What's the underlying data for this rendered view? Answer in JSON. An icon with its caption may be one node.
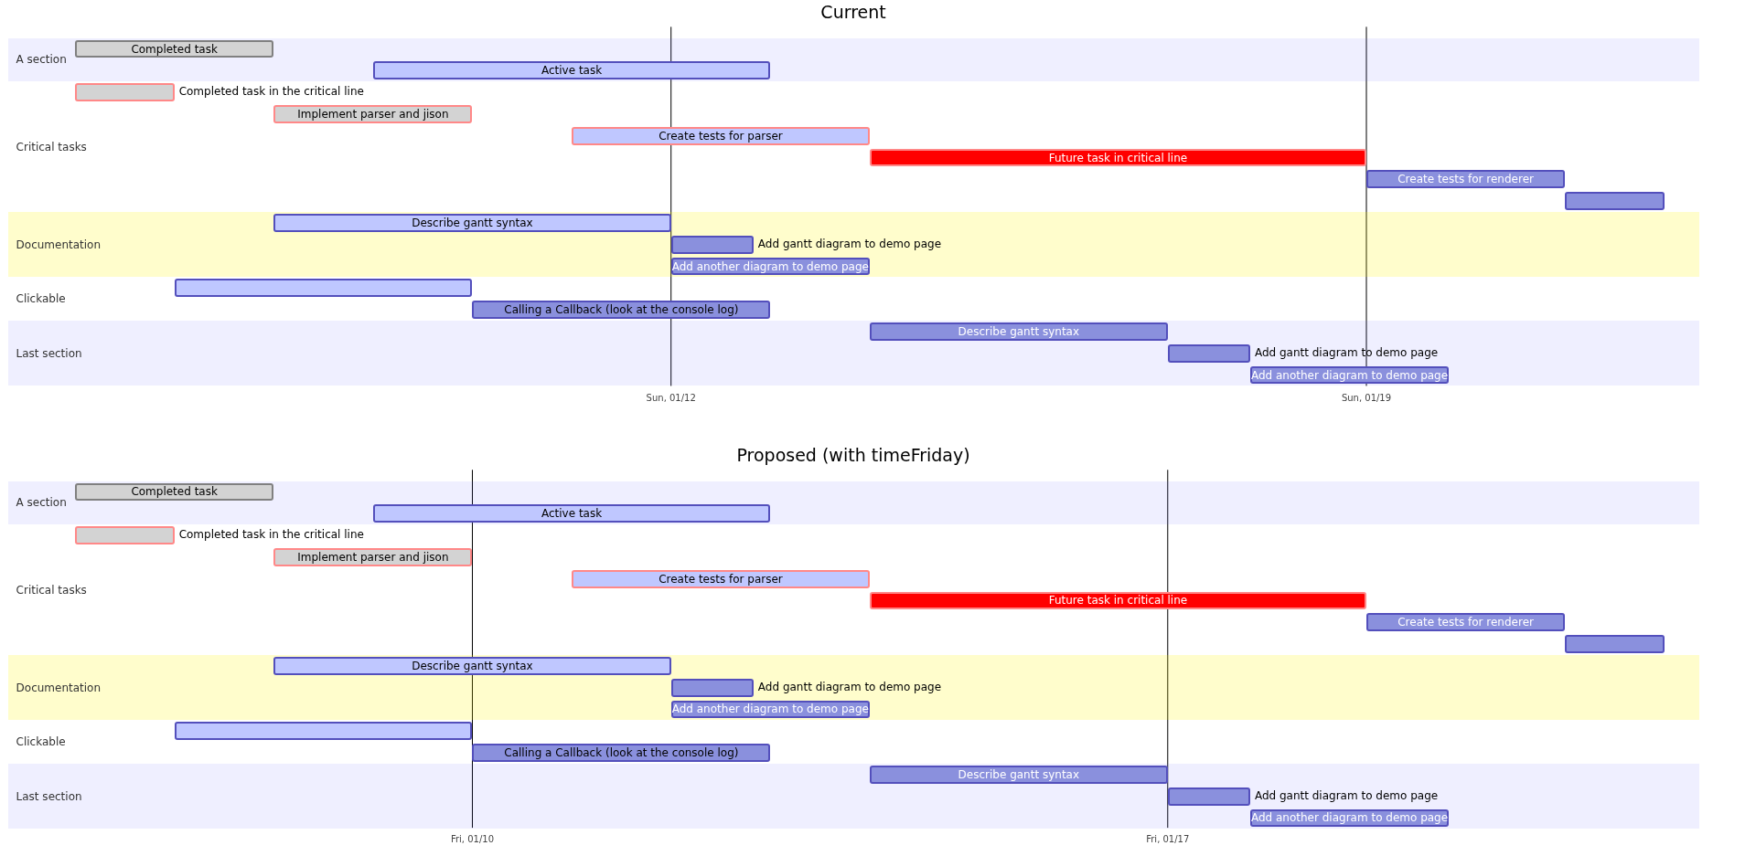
{
  "diagram": {
    "nodes": [
      {
        "text": [
          "A section"
        ]
      },
      {
        "text": [
          "Completed task"
        ],
        "in": 0
      },
      {
        "text": [
          "Active task"
        ],
        "in": 0
      },
      {
        "text": [
          "Critical tasks"
        ]
      },
      {
        "text": [],
        "shape": "bar",
        "in": 3,
        "beside": [
          "Completed task in the critical line"
        ]
      },
      {
        "text": [
          "Implement parser and jison"
        ],
        "in": 3
      },
      {
        "text": [
          "Create tests for parser"
        ],
        "in": 3
      },
      {
        "text": [
          "Future task in critical line"
        ],
        "in": 3
      },
      {
        "text": [
          "Create tests for renderer"
        ],
        "in": 3
      },
      {
        "text": [],
        "shape": "bar",
        "in": 3
      },
      {
        "text": [
          "Documentation"
        ]
      },
      {
        "text": [
          "Describe gantt syntax"
        ],
        "in": 10
      },
      {
        "text": [],
        "shape": "bar",
        "in": 10,
        "beside": [
          "Add gantt diagram to demo page"
        ]
      },
      {
        "text": [
          "Add another diagram to demo page"
        ],
        "in": 10
      },
      {
        "text": [
          "Clickable"
        ]
      },
      {
        "text": [],
        "shape": "bar",
        "in": 14
      },
      {
        "text": [
          "Calling a Callback (look at the console log)"
        ],
        "in": 14
      },
      {
        "text": [
          "Last section"
        ]
      },
      {
        "text": [
          "Describe gantt syntax"
        ],
        "in": 17
      },
      {
        "text": [],
        "shape": "bar",
        "in": 17,
        "beside": [
          "Add gantt diagram to demo page"
        ]
      },
      {
        "text": [
          "Add another diagram to demo page"
        ],
        "in": 17
      },
      {
        "text": [
          "A section"
        ]
      },
      {
        "text": [
          "Completed task"
        ],
        "in": 21
      },
      {
        "text": [
          "Active task"
        ],
        "in": 21
      },
      {
        "text": [
          "Critical tasks"
        ]
      },
      {
        "text": [],
        "shape": "bar",
        "in": 24,
        "beside": [
          "Completed task in the critical line"
        ]
      },
      {
        "text": [
          "Implement parser and jison"
        ],
        "in": 24
      },
      {
        "text": [
          "Create tests for parser"
        ],
        "in": 24
      },
      {
        "text": [
          "Future task in critical line"
        ],
        "in": 24
      },
      {
        "text": [
          "Create tests for renderer"
        ],
        "in": 24
      },
      {
        "text": [],
        "shape": "bar",
        "in": 24
      },
      {
        "text": [
          "Documentation"
        ]
      },
      {
        "text": [
          "Describe gantt syntax"
        ],
        "in": 31
      },
      {
        "text": [],
        "shape": "bar",
        "in": 31,
        "beside": [
          "Add gantt diagram to demo page"
        ]
      },
      {
        "text": [
          "Add another diagram to demo page"
        ],
        "in": 31
      },
      {
        "text": [
          "Clickable"
        ]
      },
      {
        "text": [],
        "shape": "bar",
        "in": 35
      },
      {
        "text": [
          "Calling a Callback (look at the console log)"
        ],
        "in": 35
      },
      {
        "text": [
          "Last section"
        ]
      },
      {
        "text": [
          "Describe gantt syntax"
        ],
        "in": 38
      },
      {
        "text": [],
        "shape": "bar",
        "in": 38,
        "beside": [
          "Add gantt diagram to demo page"
        ]
      },
      {
        "text": [
          "Add another diagram to demo page"
        ],
        "in": 38
      }
    ],
    "labels": [
      "Current",
      "Sun, 01/12",
      "Sun, 01/19",
      "Proposed (with timeFriday)",
      "Fri, 01/10",
      "Fri, 01/17"
    ]
  }
}
